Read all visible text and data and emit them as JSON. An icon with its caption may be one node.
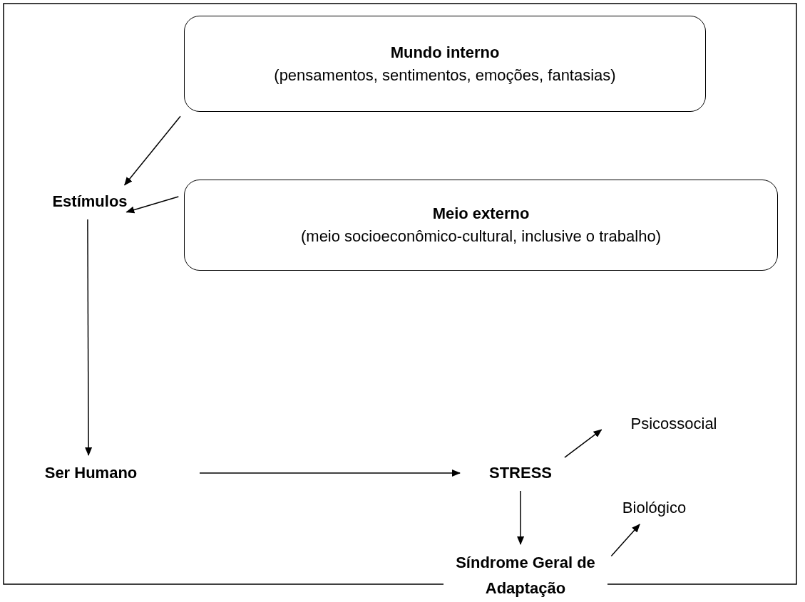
{
  "diagram": {
    "nodes": [
      {
        "text": [
          "Mundo interno",
          "(pensamentos, sentimentos, emoções, fantasias)"
        ]
      },
      {
        "text": [
          "Estímulos"
        ]
      },
      {
        "text": [
          "Meio externo",
          "(meio socioeconômico-cultural, inclusive o trabalho)"
        ]
      },
      {
        "text": [
          "Ser Humano"
        ]
      },
      {
        "text": [
          "STRESS"
        ]
      },
      {
        "text": [
          "Psicossocial"
        ]
      },
      {
        "text": [
          "Biológico"
        ]
      },
      {
        "text": [
          "Síndrome Geral de Adaptação"
        ]
      }
    ],
    "edges": [
      {
        "from": 0,
        "to": 1,
        "arrow": "to"
      },
      {
        "from": 2,
        "to": 1,
        "arrow": "to"
      },
      {
        "from": 1,
        "to": 3,
        "arrow": "to"
      },
      {
        "from": 3,
        "to": 4,
        "arrow": "to"
      },
      {
        "from": 4,
        "to": 5,
        "arrow": "to"
      },
      {
        "from": 4,
        "to": 7,
        "arrow": "to"
      },
      {
        "from": 7,
        "to": 6,
        "arrow": "to"
      }
    ]
  }
}
